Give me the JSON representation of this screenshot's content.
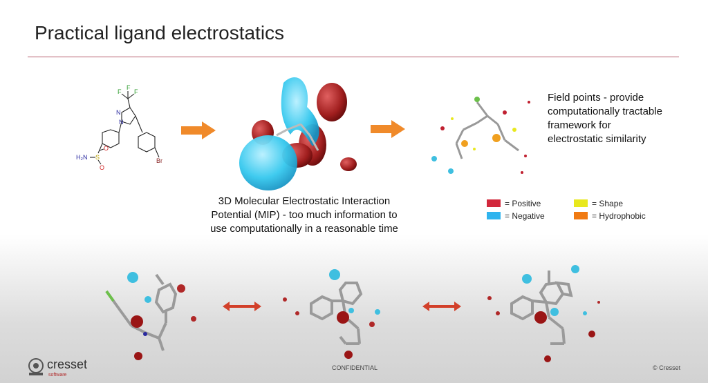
{
  "slide": {
    "title": "Practical ligand electrostatics",
    "mip_caption_line1": "3D Molecular Electrostatic Interaction",
    "mip_caption_line2": "Potential (MIP) - too much information to",
    "mip_caption_line3": "use computationally in a reasonable time",
    "fieldpoints_line1": "Field points - provide",
    "fieldpoints_line2": "computationally tractable",
    "fieldpoints_line3": "framework for",
    "fieldpoints_line4": "electrostatic similarity"
  },
  "structure_labels": {
    "f_top": "F",
    "f_left": "F",
    "f_right": "F",
    "n_upper": "N",
    "n_lower": "N",
    "h2n": "H₂N",
    "s": "S",
    "o_top": "O",
    "o_bottom": "O",
    "br": "Br"
  },
  "legend": [
    {
      "label": "= Positive",
      "color": "#d2283c"
    },
    {
      "label": "= Negative",
      "color": "#2fb4ee"
    },
    {
      "label": "= Shape",
      "color": "#e8e81e"
    },
    {
      "label": "= Hydrophobic",
      "color": "#f07a12"
    }
  ],
  "footer": {
    "brand": "cresset",
    "brand_sub": "software",
    "confidential": "CONFIDENTIAL",
    "copyright": "© Cresset"
  },
  "colors": {
    "accent_arrow": "#f08a2a",
    "rule": "#b55a6a",
    "double_arrow": "#d2402a"
  }
}
